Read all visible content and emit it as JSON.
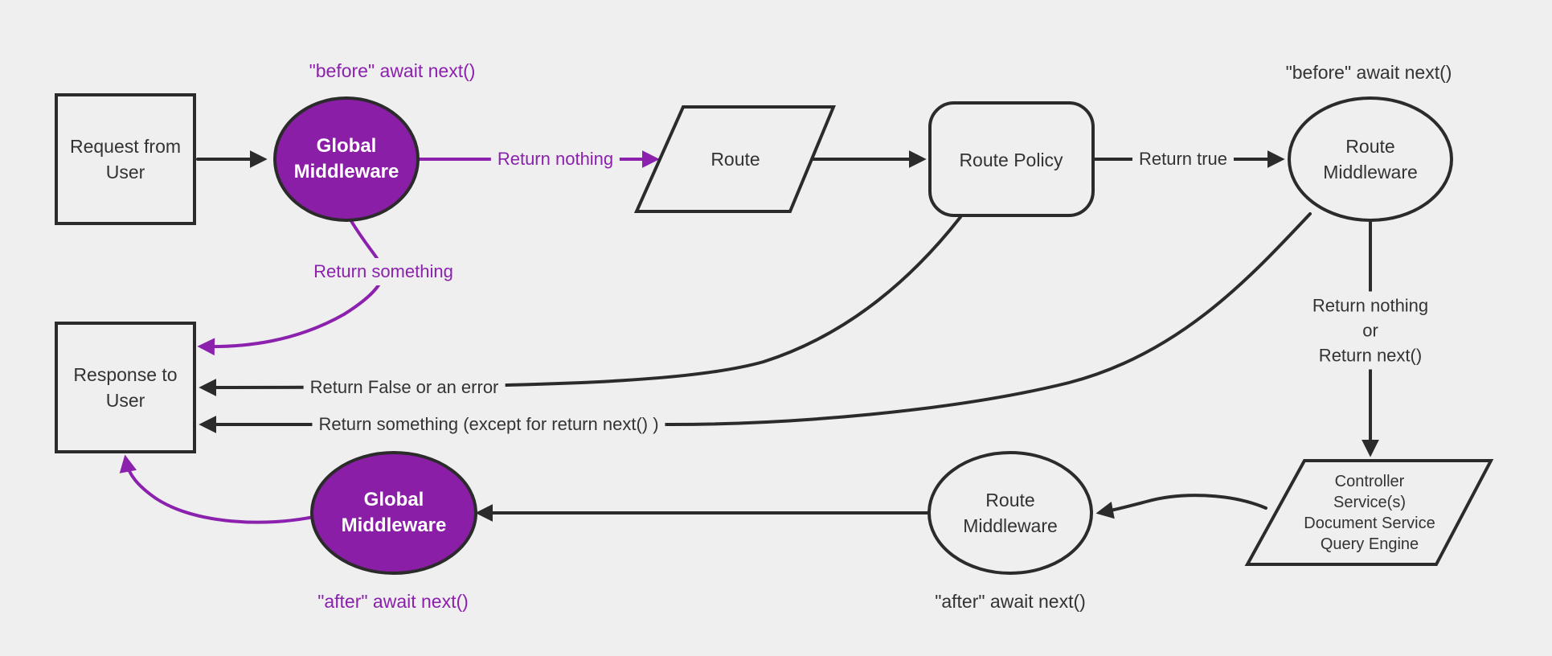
{
  "diagram": {
    "colors": {
      "bg": "#efefef",
      "ink": "#2b2b2b",
      "text": "#333333",
      "purple": "#8b1ea7",
      "purpleText": "#8b21ad"
    },
    "nodes": {
      "request": {
        "lines": [
          "Request from",
          "User"
        ]
      },
      "global_mw_top": {
        "lines": [
          "Global",
          "Middleware"
        ]
      },
      "route": {
        "label": "Route"
      },
      "route_policy": {
        "label": "Route Policy"
      },
      "route_mw_top": {
        "lines": [
          "Route",
          "Middleware"
        ]
      },
      "response": {
        "lines": [
          "Response to",
          "User"
        ]
      },
      "controller": {
        "lines": [
          "Controller",
          "Service(s)",
          "Document Service",
          "Query Engine"
        ]
      },
      "route_mw_bottom": {
        "lines": [
          "Route",
          "Middleware"
        ]
      },
      "global_mw_bottom": {
        "lines": [
          "Global",
          "Middleware"
        ]
      }
    },
    "labels": {
      "before_global": "\"before\" await next()",
      "before_route": "\"before\" await next()",
      "return_nothing": "Return nothing",
      "return_true": "Return true",
      "return_something": "Return something",
      "return_false": "Return False or an error",
      "return_something_except": "Return something (except for return next() )",
      "return_nothing_or": [
        "Return nothing",
        "or",
        "Return next()"
      ],
      "after_route": "\"after\" await next()",
      "after_global": "\"after\" await next()"
    }
  }
}
